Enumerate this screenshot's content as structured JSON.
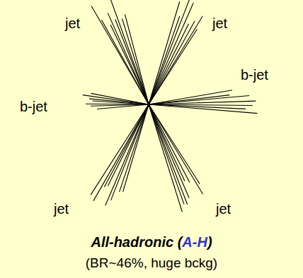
{
  "diagram": {
    "labels": [
      "jet",
      "jet",
      "b-jet",
      "b-jet",
      "jet",
      "jet",
      "All-hadronic (",
      "A-H",
      ")",
      "(BR~46%, huge bckg)"
    ]
  }
}
